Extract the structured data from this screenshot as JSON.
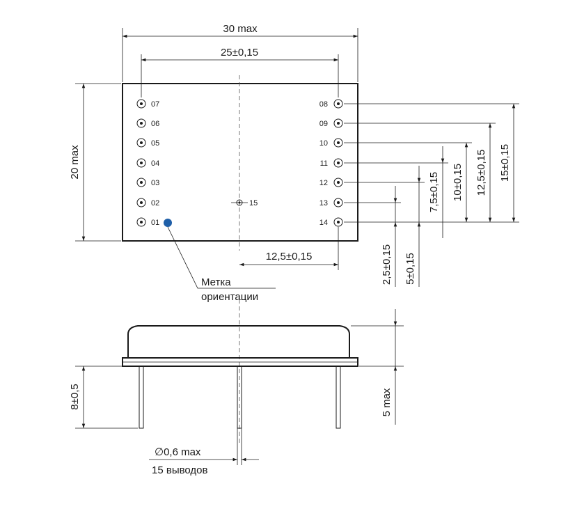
{
  "dimensions": {
    "width_max": "30 max",
    "pin_span": "25±0,15",
    "height_max": "20 max",
    "center_offset": "12,5±0,15",
    "r1": "2,5±0,15",
    "r2": "5±0,15",
    "r3": "7,5±0,15",
    "r4": "10±0,15",
    "r5": "12,5±0,15",
    "r6": "15±0,15",
    "pin_length": "8±0,5",
    "body_height": "5 max",
    "pin_diameter": "∅0,6 max",
    "pin_count": "15 выводов"
  },
  "pins": {
    "left": [
      "07",
      "06",
      "05",
      "04",
      "03",
      "02",
      "01"
    ],
    "right": [
      "08",
      "09",
      "10",
      "11",
      "12",
      "13",
      "14"
    ],
    "center": "15"
  },
  "marker": {
    "line1": "Метка",
    "line2": "ориентации",
    "color": "#1f5fa8"
  }
}
